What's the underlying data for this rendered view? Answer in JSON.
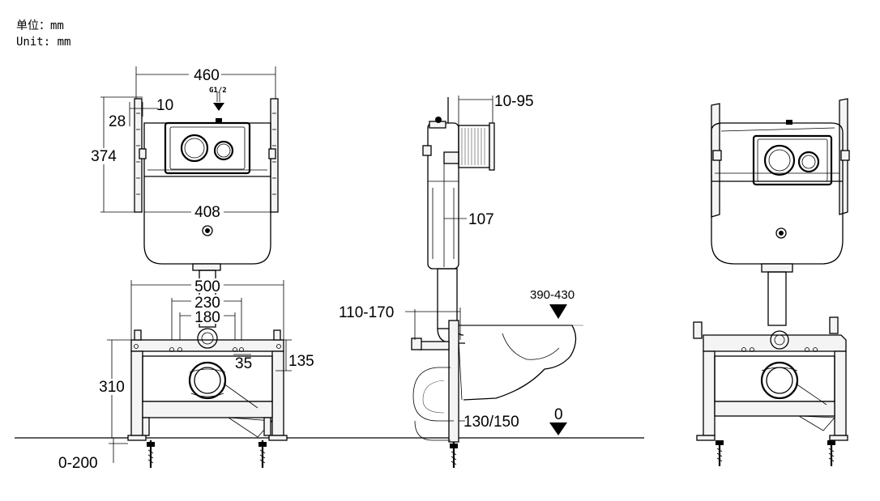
{
  "units": {
    "zh": "单位：mm",
    "en": "Unit: mm"
  },
  "front_view": {
    "width_top": "460",
    "inner_width": "408",
    "height": "374",
    "bracket_offset": "28",
    "bracket_gap": "10",
    "inlet_label": "G1/2"
  },
  "frame_front": {
    "width": "500",
    "spacing_230": "230",
    "spacing_180": "180",
    "hole_35": "35",
    "height_135": "135",
    "height_310": "310",
    "leg_adjust": "0-200"
  },
  "side_view": {
    "wall_depth": "10-95",
    "tank_depth": "107",
    "pipe_offset": "110-170",
    "outlet_height": "130/150",
    "seat_height": "390-430",
    "floor_level": "0"
  }
}
